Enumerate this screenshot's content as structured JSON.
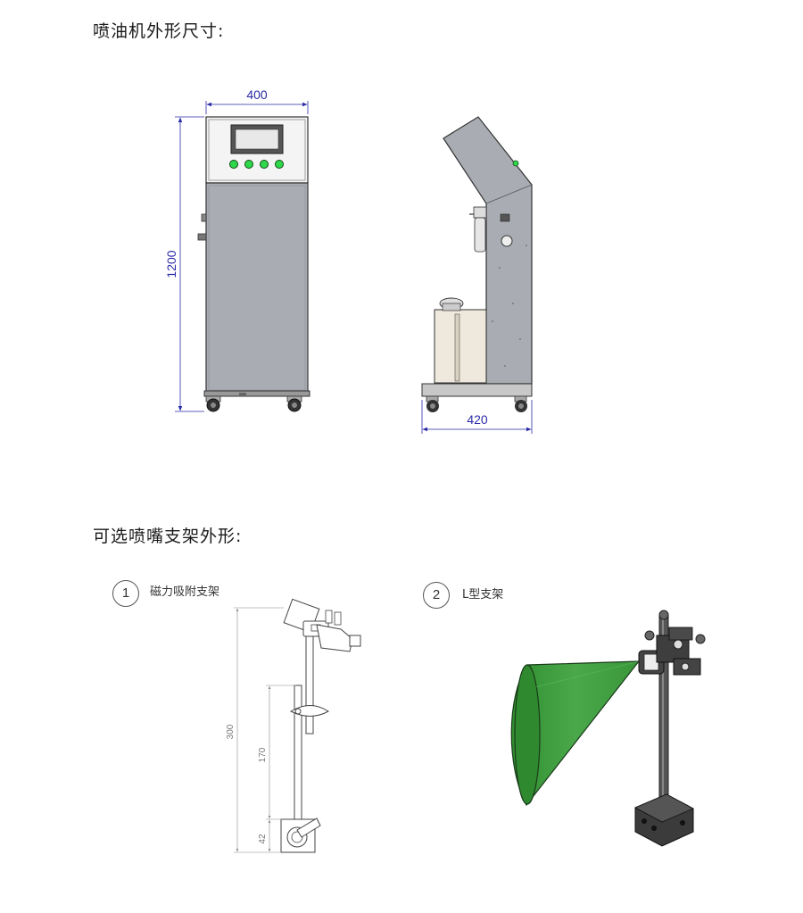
{
  "section1": {
    "title": "喷油机外形尺寸:"
  },
  "section2": {
    "title": "可选喷嘴支架外形:"
  },
  "front_view": {
    "width_dim": "400",
    "height_dim": "1200"
  },
  "side_view": {
    "width_dim": "420"
  },
  "holder1": {
    "number": "1",
    "label": "磁力吸附支架",
    "dim_total": "300",
    "dim_mid": "170",
    "dim_base": "42"
  },
  "holder2": {
    "number": "2",
    "label": "L型支架"
  },
  "colors": {
    "dimension": "#2a2aa8",
    "cabinet": "#a9adb3",
    "cone": "#3a9a3a"
  }
}
